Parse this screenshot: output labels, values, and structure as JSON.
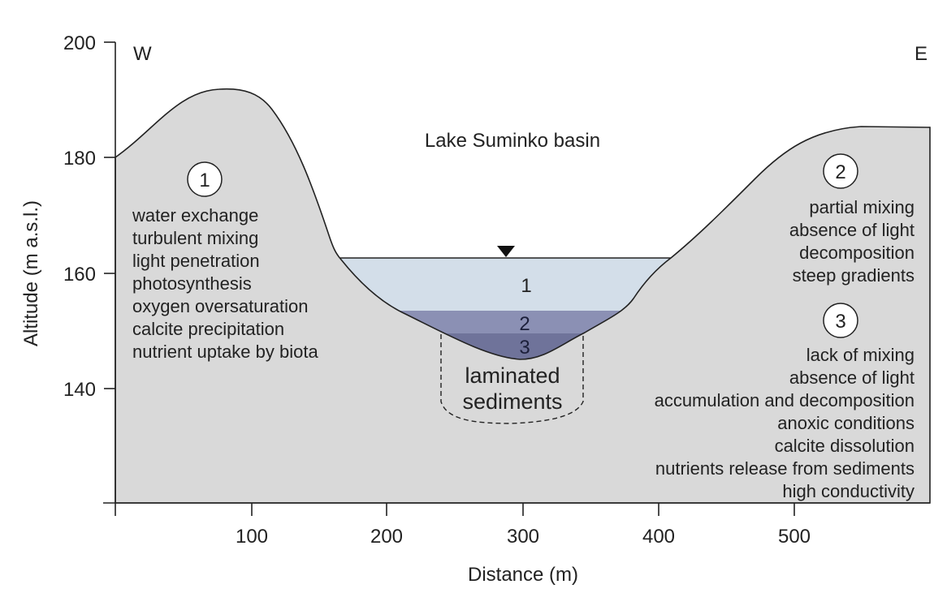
{
  "title": "Lake Suminko basin",
  "axes": {
    "ylabel": "Altitude (m a.s.l.)",
    "xlabel": "Distance (m)",
    "yticks": [
      "200",
      "180",
      "160",
      "140"
    ],
    "xticks": [
      "100",
      "200",
      "300",
      "400",
      "500"
    ],
    "west": "W",
    "east": "E"
  },
  "zones": [
    {
      "num": "1",
      "items": [
        "water exchange",
        "turbulent mixing",
        "light penetration",
        "photosynthesis",
        "oxygen oversaturation",
        "calcite precipitation",
        "nutrient uptake by biota"
      ]
    },
    {
      "num": "2",
      "items": [
        "partial mixing",
        "absence of light",
        "decomposition",
        "steep gradients"
      ]
    },
    {
      "num": "3",
      "items": [
        "lack of mixing",
        "absence of light",
        "accumulation and decomposition",
        "anoxic conditions",
        "calcite dissolution",
        "nutrients release from sediments",
        "high conductivity"
      ]
    }
  ],
  "layers": [
    "1",
    "2",
    "3"
  ],
  "sediments": [
    "laminated",
    "sediments"
  ],
  "colors": {
    "terrain": "#d9d9d9",
    "layer1": "#d3dee9",
    "layer2": "#8b90b4",
    "layer3": "#6f739a"
  }
}
